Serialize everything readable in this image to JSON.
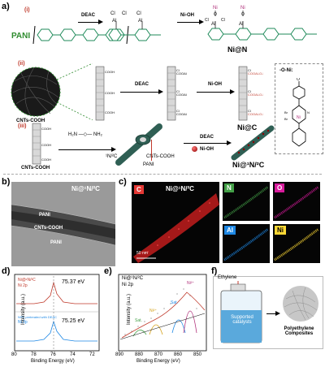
{
  "panels": {
    "a": {
      "label": "a)"
    },
    "b": {
      "label": "b)"
    },
    "c": {
      "label": "c)"
    },
    "d": {
      "label": "d)"
    },
    "e": {
      "label": "e)"
    },
    "f": {
      "label": "f)"
    }
  },
  "scheme": {
    "row_i": {
      "roman": "(i)",
      "reactant": "PANI",
      "reagent1": "DEAC",
      "reagent2": "Ni-OH",
      "product": "Ni@N"
    },
    "row_ii": {
      "roman": "(ii)",
      "reactant": "CNTs-COOH",
      "reagent1": "DEAC",
      "reagent2": "Ni-OH",
      "product": "Ni@C"
    },
    "row_iii": {
      "roman": "(iii)",
      "reactant": "CNTs-COOH",
      "monomer": "H₂N —◇— NH₂",
      "intermediate": "¹N/²C",
      "inner": "CNTs-COOH",
      "outer": "PANI",
      "reagent1": "DEAC",
      "reagent2": "Ni-OH",
      "product": "Ni@¹N/²C"
    },
    "legend": {
      "title": "-O-Ni:"
    },
    "cl_label": "Cl",
    "al_label": "Al",
    "ni_label": "Ni",
    "o_label": "O",
    "n_label": "N",
    "br_label": "Br",
    "cooh": "COOH",
    "cl_surface": "Cl",
    "oni": "O-Ni"
  },
  "tem": {
    "title": "Ni@¹N/²C",
    "labels": [
      "PANI",
      "CNTs-COOH",
      "PANI"
    ]
  },
  "mapping": {
    "main_title": "Ni@¹N/²C",
    "scale": "50 nm",
    "elements": [
      {
        "symbol": "C",
        "color": "#e53935"
      },
      {
        "symbol": "N",
        "color": "#43a047"
      },
      {
        "symbol": "O",
        "color": "#d81b9c"
      },
      {
        "symbol": "Al",
        "color": "#1e88e5"
      },
      {
        "symbol": "Ni",
        "color": "#fdd835"
      }
    ]
  },
  "xps_ni": {
    "ylabel": "Intensity (a.u.)",
    "xlabel": "Binding Energy (eV)",
    "ticks": [
      "80",
      "78",
      "76",
      "74",
      "72"
    ],
    "top_label1": "Ni@¹N/²C",
    "top_label2": "Ni 2p",
    "top_peak": "75.37 eV",
    "bottom_label1": "N/²C pretreated with DEAC",
    "bottom_label2": "Ni 2p",
    "bottom_peak": "75.25 eV"
  },
  "xps_al": {
    "ylabel": "Intensity (a.u.)",
    "xlabel": "Binding Energy (eV)",
    "ticks": [
      "890",
      "880",
      "870",
      "860",
      "850"
    ],
    "label1": "Ni@¹N/²C",
    "label2": "Ni 2p",
    "peaks": [
      "Sat.",
      "Ni²⁺",
      "Sat.",
      "Ni²⁺"
    ]
  },
  "polymerization": {
    "gas": "Ethylene",
    "catalyst": "Supported catalysts",
    "product": "Polyethylene Composites"
  },
  "colors": {
    "accent_green": "#2e8b2e",
    "accent_red": "#c0392b",
    "tube": "#2f5f54"
  }
}
